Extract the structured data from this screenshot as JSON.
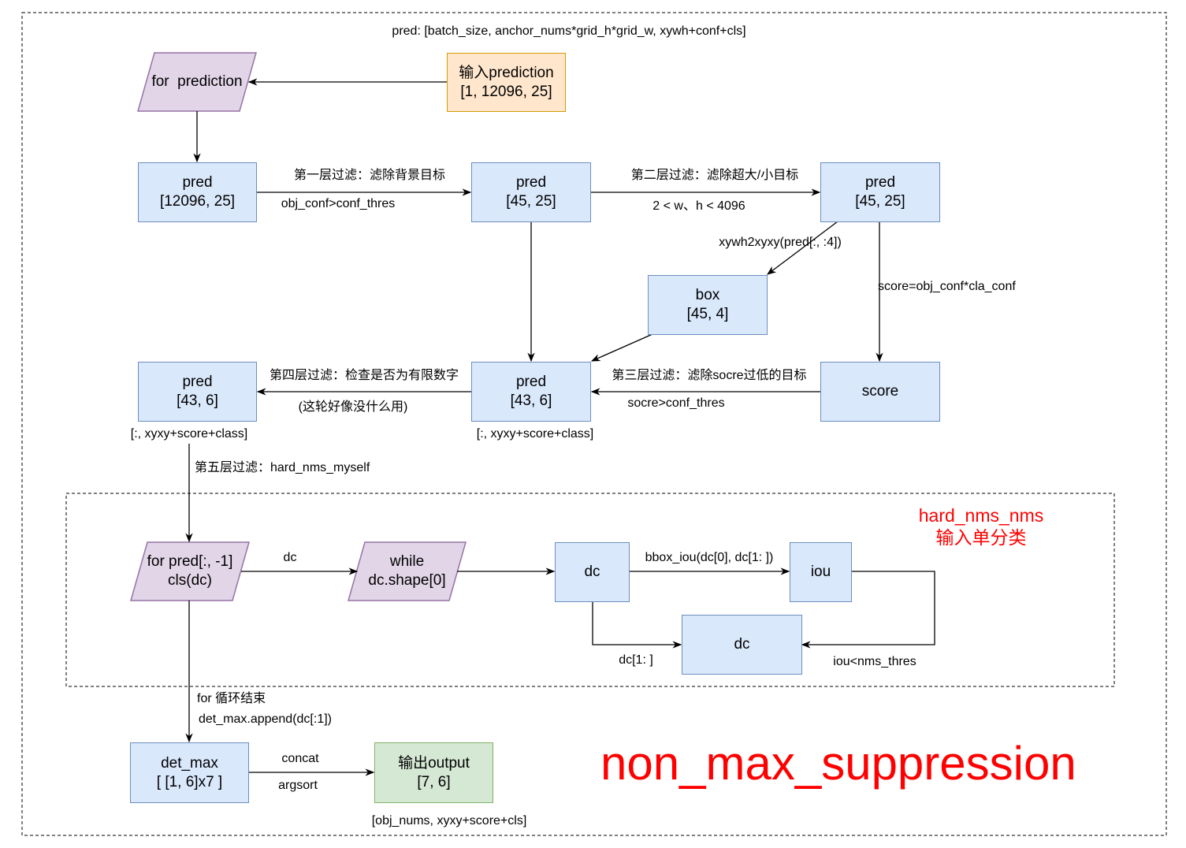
{
  "header": {
    "shape_note": "pred: [batch_size, anchor_nums*grid_h*grid_w, xywh+conf+cls]"
  },
  "nodes": {
    "input_pred": {
      "line1": "输入prediction",
      "line2": "[1, 12096, 25]"
    },
    "for_prediction": {
      "line1": "for  prediction"
    },
    "pred_12096": {
      "line1": "pred",
      "line2": "[12096, 25]"
    },
    "pred_45_a": {
      "line1": "pred",
      "line2": "[45, 25]"
    },
    "pred_45_b": {
      "line1": "pred",
      "line2": "[45, 25]"
    },
    "box_45": {
      "line1": "box",
      "line2": "[45, 4]"
    },
    "score": {
      "line1": "score"
    },
    "pred_43_mid": {
      "line1": "pred",
      "line2": "[43, 6]"
    },
    "pred_43_left": {
      "line1": "pred",
      "line2": "[43, 6]"
    },
    "for_pred_cls": {
      "line1": "for pred[:, -1]",
      "line2": "cls(dc)"
    },
    "while_dc": {
      "line1": "while",
      "line2": "dc.shape[0]"
    },
    "dc_main": {
      "line1": "dc"
    },
    "iou": {
      "line1": "iou"
    },
    "dc_filtered": {
      "line1": "dc"
    },
    "det_max": {
      "line1": "det_max",
      "line2": "[ [1, 6]x7 ]"
    },
    "output": {
      "line1": "输出output",
      "line2": "[7, 6]"
    }
  },
  "edge_labels": {
    "filter1_top": "第一层过滤：滤除背景目标",
    "filter1_bottom": "obj_conf>conf_thres",
    "filter2_top": "第二层过滤：滤除超大/小目标",
    "filter2_bottom": "2 < w、h < 4096",
    "xywh2xyxy": "xywh2xyxy(pred[:, :4])",
    "score_formula": "score=obj_conf*cla_conf",
    "filter3_top": "第三层过滤：滤除socre过低的目标",
    "filter3_bottom": "socre>conf_thres",
    "filter4_top": "第四层过滤：检查是否为有限数字",
    "filter4_bottom": "(这轮好像没什么用)",
    "shape_mid": "[:, xyxy+score+class]",
    "shape_left": "[:, xyxy+score+class]",
    "filter5": "第五层过滤：hard_nms_myself",
    "dc_edge": "dc",
    "bbox_iou": "bbox_iou(dc[0], dc[1: ])",
    "dc_slice": "dc[1: ]",
    "iou_thres": "iou<nms_thres",
    "for_end": "for 循环结束",
    "append": "det_max.append(dc[:1])",
    "concat": "concat",
    "argsort": "argsort",
    "output_shape": "[obj_nums, xyxy+score+cls]"
  },
  "nms_group": {
    "title_line1": "hard_nms_nms",
    "title_line2": "输入单分类"
  },
  "title": "non_max_suppression",
  "colors": {
    "blue_fill": "#dae8fc",
    "blue_stroke": "#6c8ebf",
    "orange_fill": "#ffe6cc",
    "orange_stroke": "#d79b00",
    "green_fill": "#d5e8d4",
    "green_stroke": "#82b366",
    "purple_fill": "#e1d5e7",
    "purple_stroke": "#9673a6",
    "accent_red": "#ff0000"
  }
}
